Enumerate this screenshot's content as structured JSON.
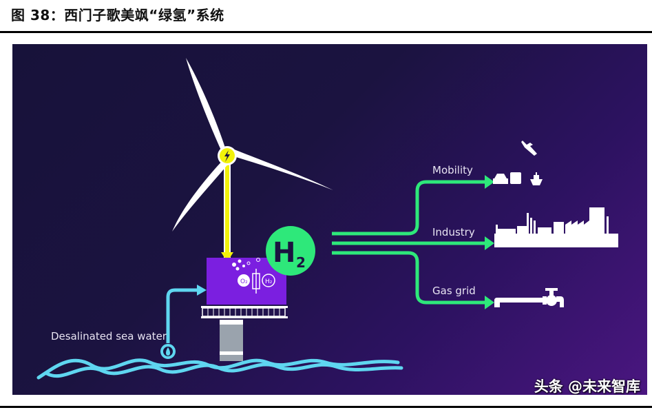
{
  "figure": {
    "title": "图 38：西门子歌美飒“绿氢”系统"
  },
  "diagram": {
    "labels": {
      "sea_water": "Desalinated sea water",
      "h2_main": "H",
      "h2_sub": "2",
      "o2_main": "O",
      "o2_sub": "2",
      "electrolyser_h2_main": "H",
      "electrolyser_h2_sub": "2"
    },
    "outputs": [
      {
        "label": "Mobility",
        "icons": [
          "plane-icon",
          "car-icon",
          "truck-icon",
          "ship-icon"
        ]
      },
      {
        "label": "Industry",
        "icons": [
          "factory-skyline-icon"
        ]
      },
      {
        "label": "Gas grid",
        "icons": [
          "pipe-valve-icon"
        ]
      }
    ],
    "colors": {
      "background_start": "#17123a",
      "background_end": "#4a1680",
      "green": "#2ee87a",
      "yellow": "#f2f20a",
      "cyan": "#5fd6f0",
      "electrolyser": "#7b1fe0",
      "white": "#ffffff"
    }
  },
  "watermark": "头条 @未来智库"
}
